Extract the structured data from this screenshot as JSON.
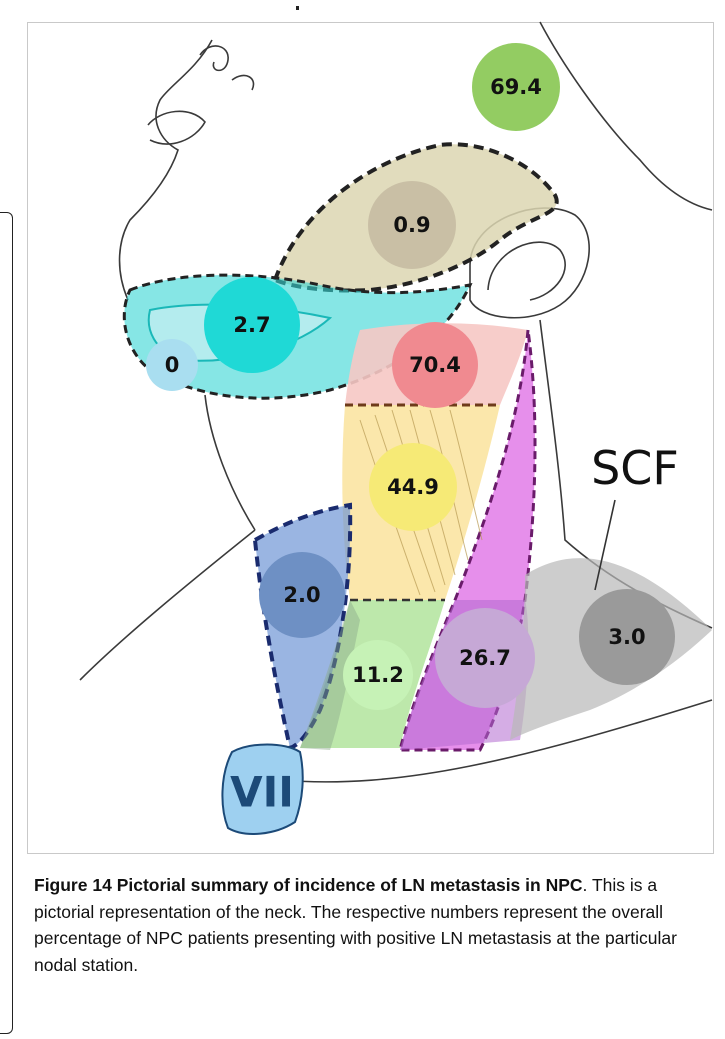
{
  "figure": {
    "caption_label": "Figure 14",
    "caption_title": "Pictorial summary of incidence of LN metastasis in",
    "caption_lead": "NPC",
    "caption_text": ". This is a pictorial representation of the neck. The respective numbers represent the overall percentage of NPC patients presenting with positive LN metastasis at the particular nodal station."
  },
  "nodes": [
    {
      "id": "node-69-4",
      "value": "69.4",
      "color": "#93cc62"
    },
    {
      "id": "node-0-9",
      "value": "0.9",
      "color": "#c9bfa5"
    },
    {
      "id": "node-2-7",
      "value": "2.7",
      "color": "#1fd9d6"
    },
    {
      "id": "node-0",
      "value": "0",
      "color": "#a9def0"
    },
    {
      "id": "node-70-4",
      "value": "70.4",
      "color": "#f08a90"
    },
    {
      "id": "node-44-9",
      "value": "44.9",
      "color": "#f6ea76"
    },
    {
      "id": "node-2-0",
      "value": "2.0",
      "color": "#6e90c4"
    },
    {
      "id": "node-11-2",
      "value": "11.2",
      "color": "#c6f2b6"
    },
    {
      "id": "node-26-7",
      "value": "26.7",
      "color": "#c6a8d6"
    },
    {
      "id": "node-3-0",
      "value": "3.0",
      "color": "#9a9a9a"
    }
  ],
  "labels": {
    "scf": "SCF",
    "vii": "VII"
  }
}
